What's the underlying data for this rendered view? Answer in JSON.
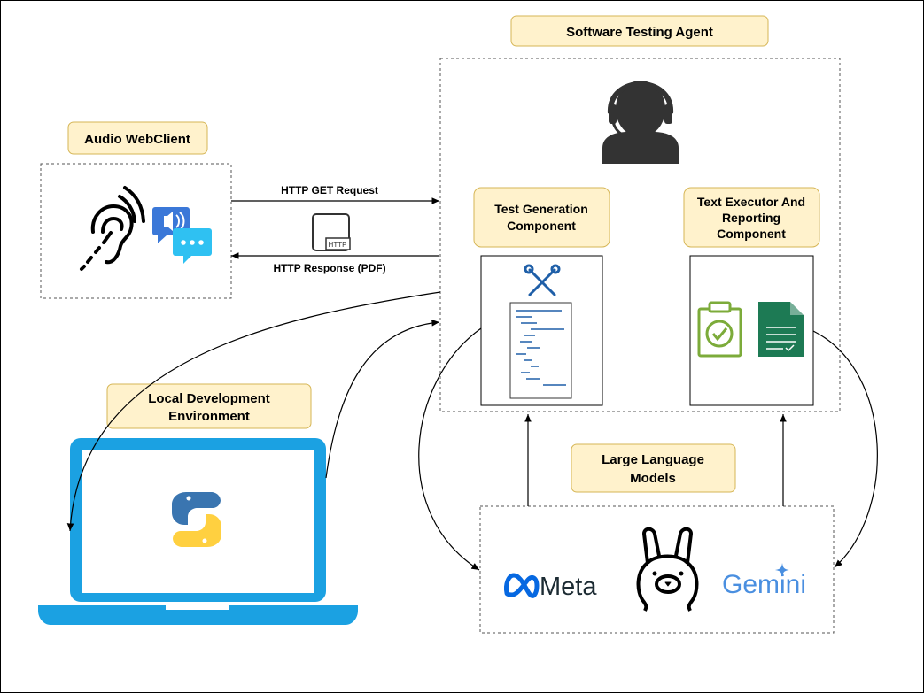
{
  "labels": {
    "agent_title": "Software Testing Agent",
    "audio_client": "Audio WebClient",
    "local_env_line1": "Local Development",
    "local_env_line2": "Environment",
    "test_gen_line1": "Test Generation",
    "test_gen_line2": "Component",
    "executor_line1": "Text Executor And",
    "executor_line2": "Reporting",
    "executor_line3": "Component",
    "llm_line1": "Large Language",
    "llm_line2": "Models"
  },
  "edges": {
    "request": "HTTP GET Request",
    "response": "HTTP Response (PDF)",
    "http_icon_text": "HTTP"
  },
  "logos": {
    "meta": "Meta",
    "gemini": "Gemini"
  },
  "colors": {
    "label_fill": "#fff2cc",
    "label_stroke": "#d6b656",
    "laptop": "#1ba1e2",
    "python_blue": "#3a75b0",
    "python_yellow": "#ffd040",
    "chat_blue": "#3b78d8",
    "chat_cyan": "#2fc1f2",
    "clipboard_green": "#7cab3a",
    "sheet_green": "#1d7a54",
    "code_lines": "#1f5fa8",
    "gemini_blue": "#4a8fe0"
  },
  "icons": [
    "person-headset-icon",
    "hearing-icon",
    "chat-icon",
    "http-file-icon",
    "tools-icon",
    "code-doc-icon",
    "clipboard-check-icon",
    "sheet-check-icon",
    "laptop-icon",
    "python-logo-icon",
    "meta-logo-icon",
    "llama-logo-icon",
    "gemini-logo-icon"
  ]
}
